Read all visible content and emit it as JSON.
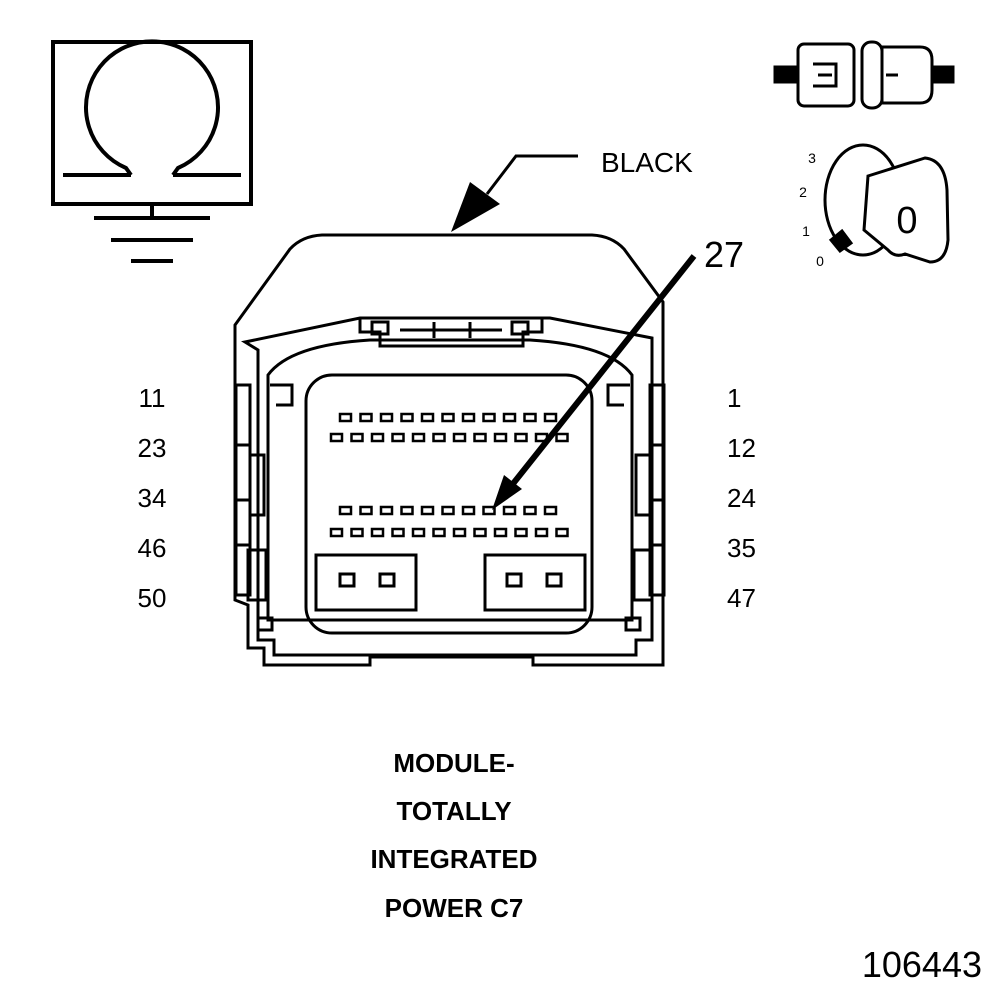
{
  "callouts": {
    "color_label": "BLACK",
    "pin_callout": "27"
  },
  "pin_labels": {
    "left": [
      "11",
      "23",
      "34",
      "46",
      "50"
    ],
    "right": [
      "1",
      "12",
      "24",
      "35",
      "47"
    ]
  },
  "key_switch": {
    "positions": [
      "3",
      "2",
      "1",
      "0"
    ],
    "key_label": "0"
  },
  "title_lines": [
    "MODULE-",
    "TOTALLY",
    "INTEGRATED",
    "POWER C7"
  ],
  "figure_number": "106443",
  "icons": [
    "ohmmeter-icon",
    "disconnected-connector-icon",
    "ignition-key-icon"
  ]
}
